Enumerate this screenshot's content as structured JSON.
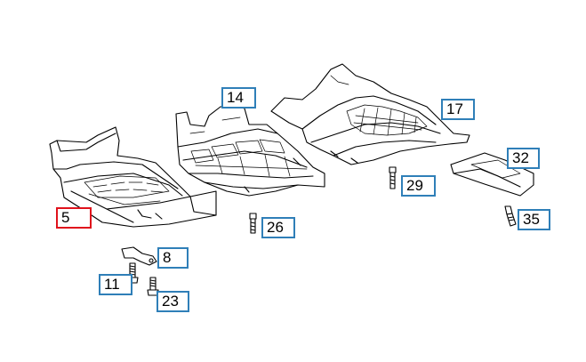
{
  "colors": {
    "callout_border": "#2f7fb8",
    "selected_border": "#e0121c",
    "line_art": "#000000"
  },
  "selected_part": "5",
  "callouts": {
    "p5": "5",
    "p8": "8",
    "p11": "11",
    "p14": "14",
    "p17": "17",
    "p23": "23",
    "p26": "26",
    "p29": "29",
    "p32": "32",
    "p35": "35"
  }
}
